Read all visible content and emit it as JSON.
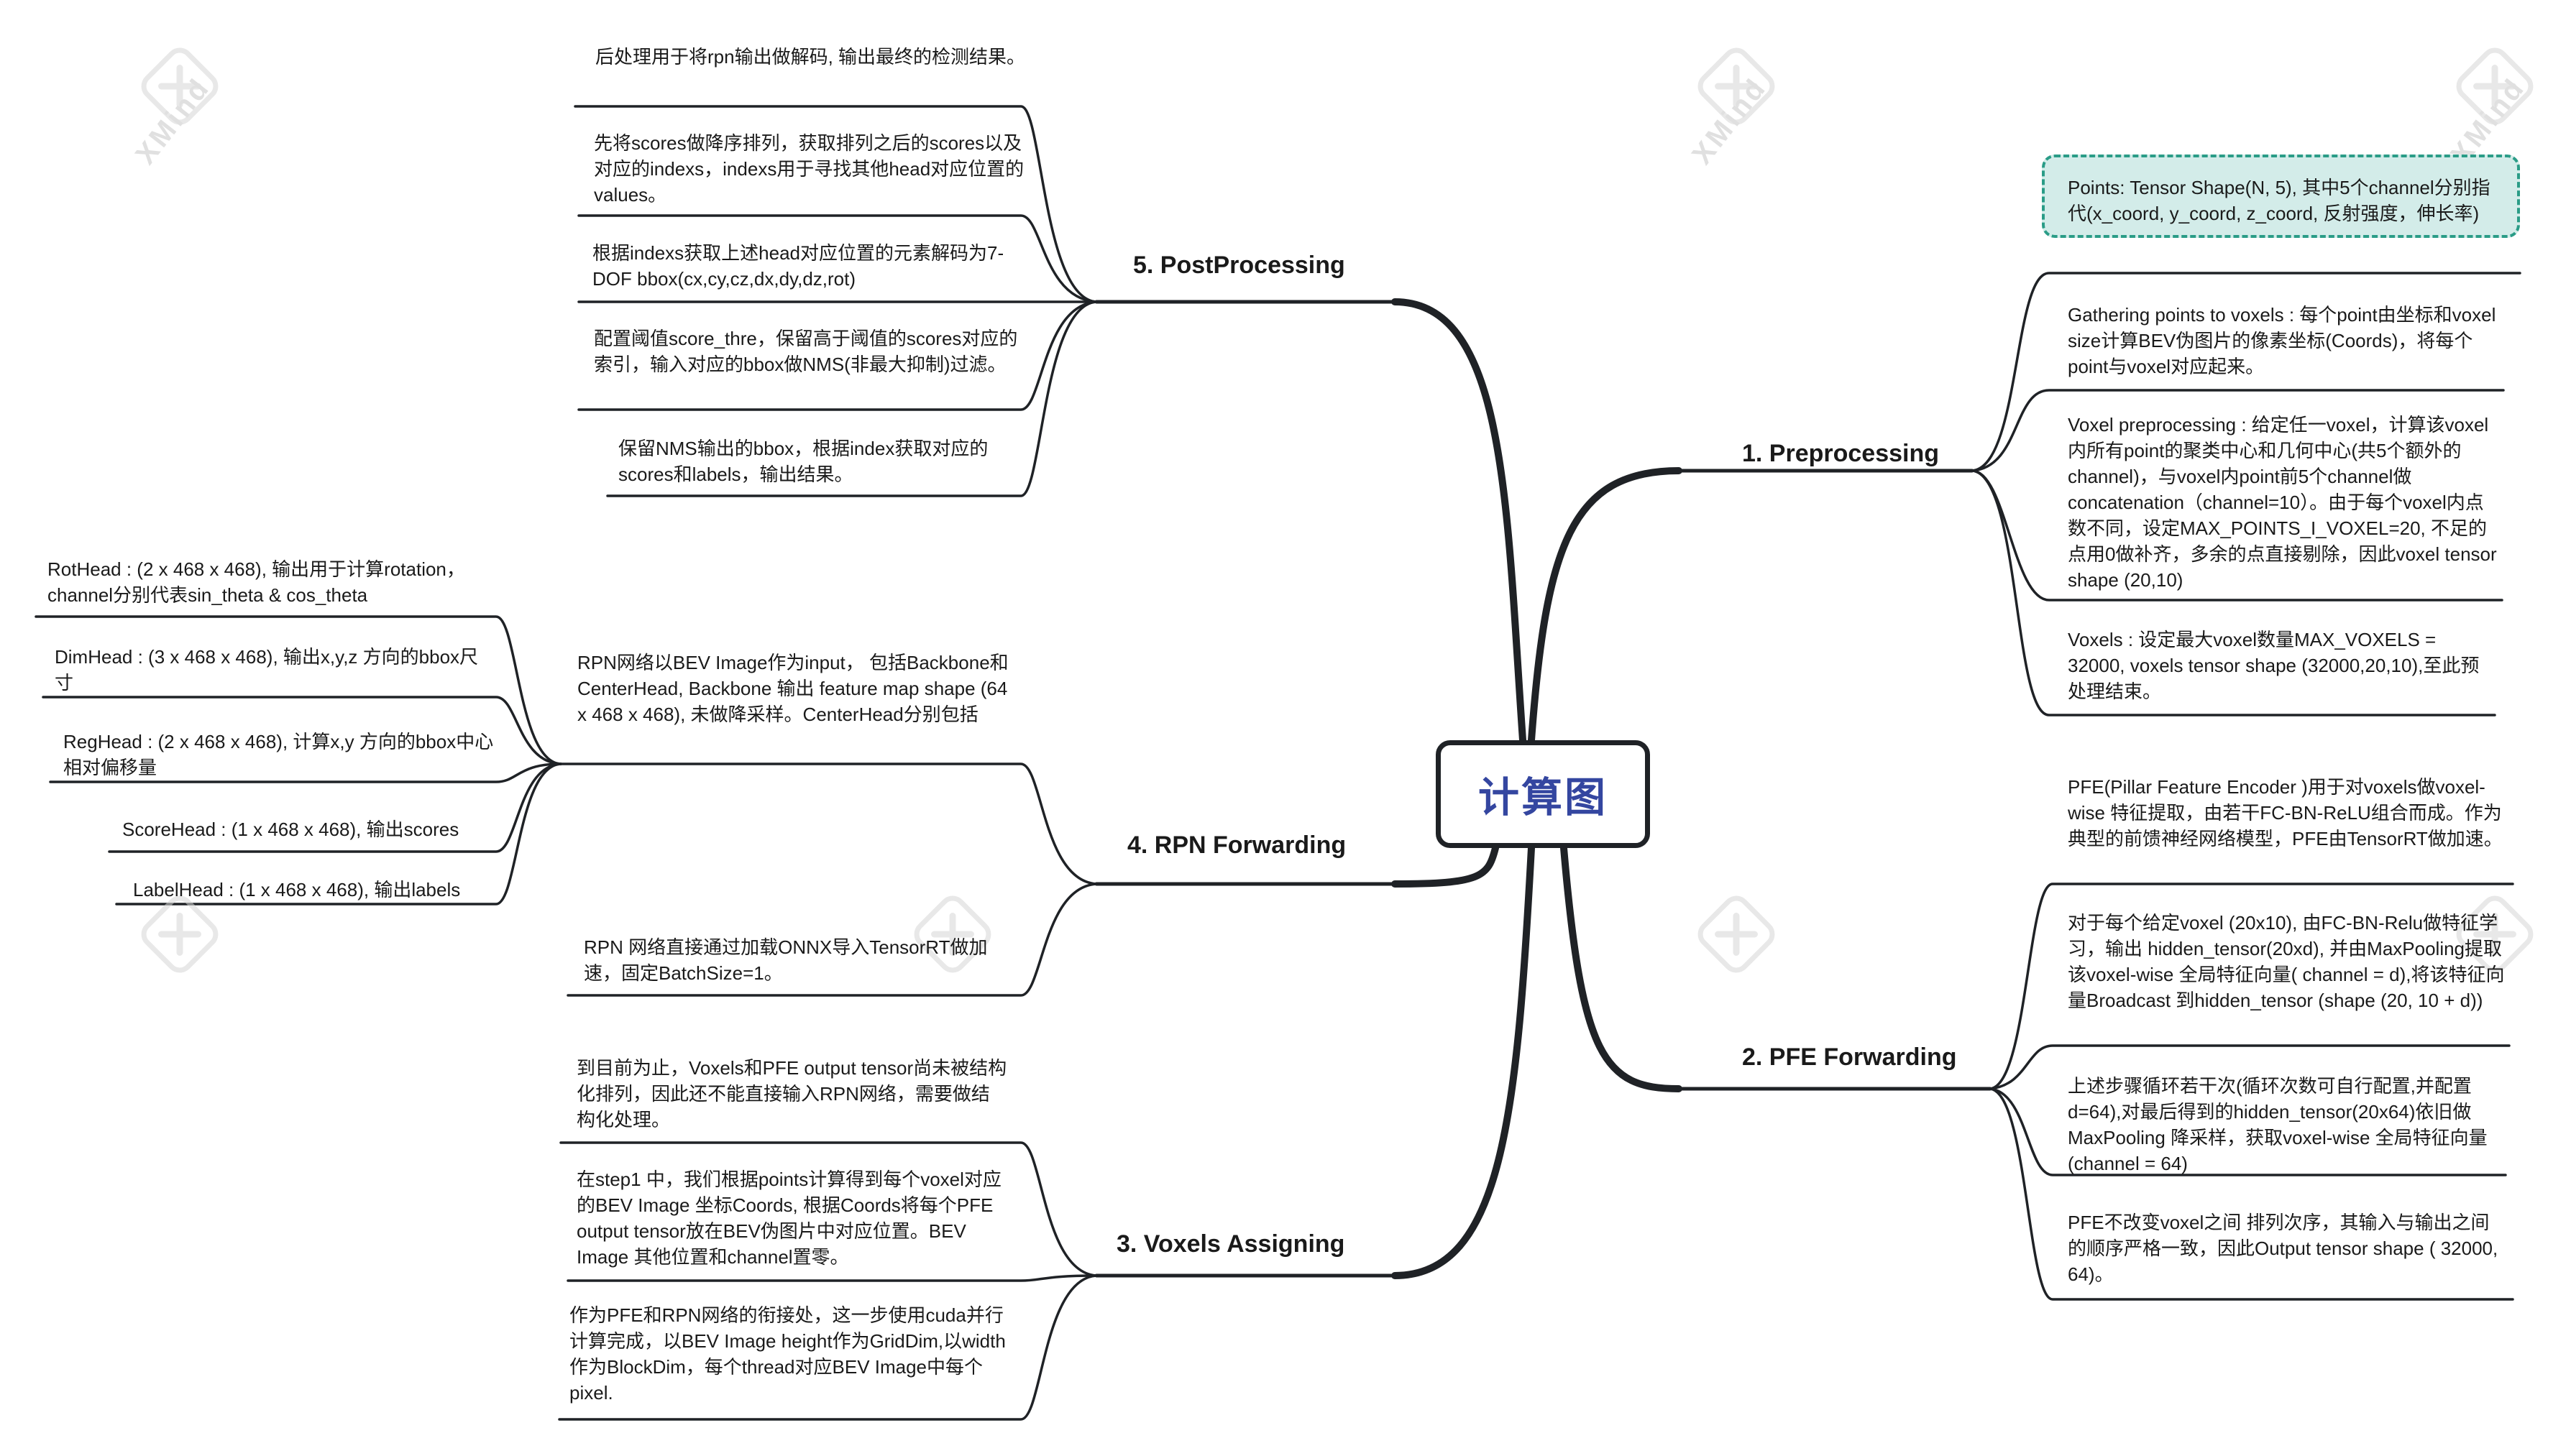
{
  "watermark": {
    "text": "XMind",
    "icon": "xmind-logo-icon"
  },
  "colors": {
    "line": "#1f2226",
    "center_text": "#3446a0",
    "highlight_fill": "#d3ece9",
    "highlight_border": "#2a9c87"
  },
  "center": {
    "title": "计算图"
  },
  "branches": [
    {
      "label": "1. Preprocessing",
      "children": [
        "Points:  Tensor Shape(N, 5), 其中5个channel分别指代(x_coord, y_coord, z_coord, 反射强度，伸长率)",
        "Gathering points  to voxels : 每个point由坐标和voxel size计算BEV伪图片的像素坐标(Coords)，将每个point与voxel对应起来。",
        "Voxel preprocessing : 给定任一voxel，计算该voxel内所有point的聚类中心和几何中心(共5个额外的channel)，与voxel内point前5个channel做concatenation（channel=10）。由于每个voxel内点数不同，设定MAX_POINTS_I_VOXEL=20, 不足的点用0做补齐，多余的点直接剔除，因此voxel tensor shape (20,10)",
        "Voxels : 设定最大voxel数量MAX_VOXELS = 32000, voxels tensor shape (32000,20,10),至此预处理结束。"
      ]
    },
    {
      "label": "2. PFE Forwarding",
      "children": [
        "PFE(Pillar Feature Encoder )用于对voxels做voxel-wise 特征提取，由若干FC-BN-ReLU组合而成。作为典型的前馈神经网络模型，PFE由TensorRT做加速。",
        "对于每个给定voxel (20x10), 由FC-BN-Relu做特征学习，输出 hidden_tensor(20xd), 并由MaxPooling提取该voxel-wise 全局特征向量( channel = d),将该特征向量Broadcast 到hidden_tensor (shape (20, 10 + d))",
        "上述步骤循环若干次(循环次数可自行配置,并配置d=64),对最后得到的hidden_tensor(20x64)依旧做MaxPooling 降采样，获取voxel-wise 全局特征向量 (channel = 64)",
        "PFE不改变voxel之间 排列次序，其输入与输出之间的顺序严格一致，因此Output tensor shape ( 32000, 64)。"
      ]
    },
    {
      "label": "3. Voxels Assigning",
      "children": [
        "到目前为止，Voxels和PFE output tensor尚未被结构化排列，因此还不能直接输入RPN网络，需要做结构化处理。",
        "在step1 中，我们根据points计算得到每个voxel对应的BEV Image 坐标Coords, 根据Coords将每个PFE output tensor放在BEV伪图片中对应位置。BEV Image 其他位置和channel置零。",
        "作为PFE和RPN网络的衔接处，这一步使用cuda并行计算完成，以BEV Image height作为GridDim,以width作为BlockDim，每个thread对应BEV Image中每个pixel."
      ]
    },
    {
      "label": "4. RPN Forwarding",
      "children": [
        {
          "text": "RPN网络以BEV Image作为input， 包括Backbone和CenterHead, Backbone 输出 feature map shape (64 x 468 x 468), 未做降采样。CenterHead分别包括",
          "children": [
            "RotHead : (2 x 468 x 468), 输出用于计算rotation，channel分别代表sin_theta & cos_theta",
            "DimHead : (3 x 468 x 468), 输出x,y,z 方向的bbox尺寸",
            "RegHead : (2 x 468 x 468), 计算x,y 方向的bbox中心相对偏移量",
            "ScoreHead : (1 x 468 x 468), 输出scores",
            "LabelHead : (1 x 468 x 468), 输出labels"
          ]
        },
        "RPN 网络直接通过加载ONNX导入TensorRT做加速，固定BatchSize=1。"
      ]
    },
    {
      "label": "5. PostProcessing",
      "children": [
        "后处理用于将rpn输出做解码, 输出最终的检测结果。",
        "先将scores做降序排列，获取排列之后的scores以及对应的indexs，indexs用于寻找其他head对应位置的values。",
        "根据indexs获取上述head对应位置的元素解码为7-DOF bbox(cx,cy,cz,dx,dy,dz,rot)",
        "配置阈值score_thre，保留高于阈值的scores对应的索引，输入对应的bbox做NMS(非最大抑制)过滤。",
        "保留NMS输出的bbox，根据index获取对应的scores和labels，输出结果。"
      ]
    }
  ]
}
